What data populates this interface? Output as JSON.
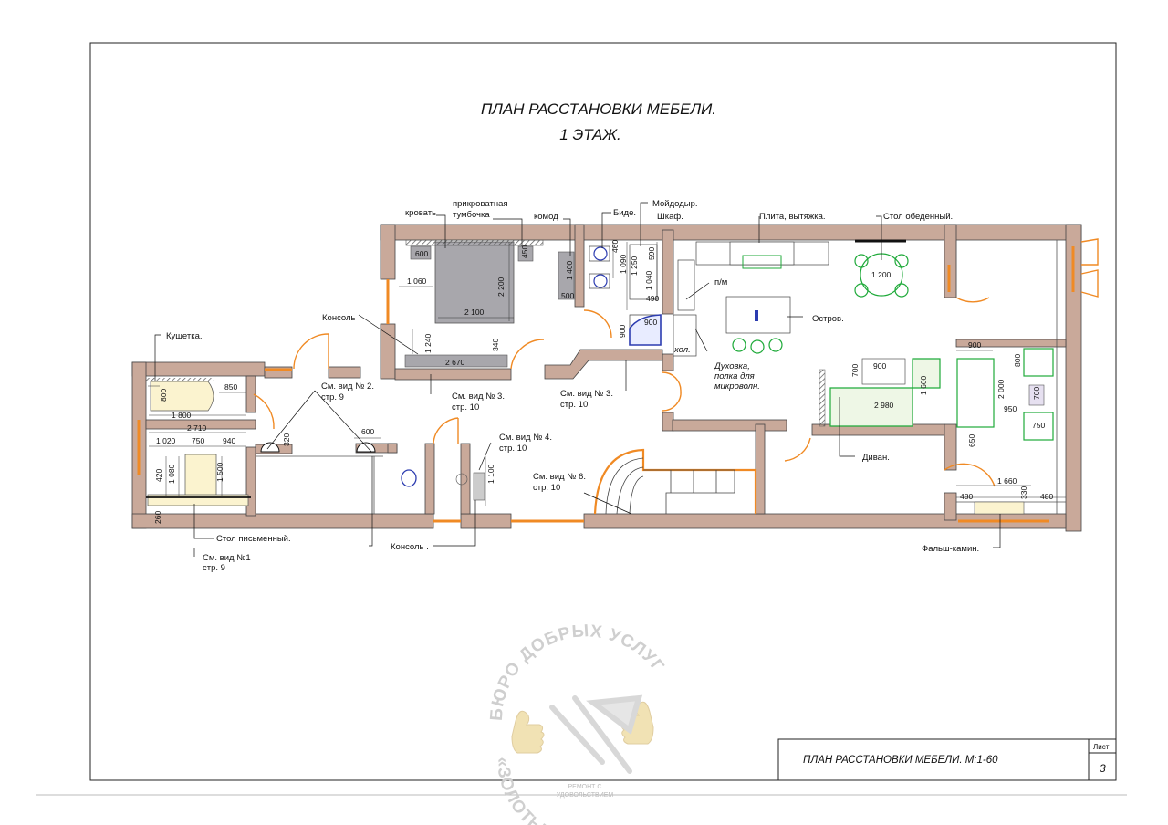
{
  "plan": {
    "title_line1": "ПЛАН РАССТАНОВКИ МЕБЕЛИ.",
    "title_line2": "1 ЭТАЖ."
  },
  "labels": {
    "bed": "кровать",
    "nightstand_1": "прикроватная",
    "nightstand_2": "тумбочка",
    "dresser": "комод",
    "bidet": "Биде.",
    "washbasin": "Мойдодыр.",
    "cabinet": "Шкаф.",
    "stove": "Плита, вытяжка.",
    "dining_table": "Стол обеденный.",
    "microwave": "п/м",
    "island": "Остров.",
    "fridge": "хол.",
    "oven_1": "Духовка,",
    "oven_2": "полка для",
    "oven_3": "микроволн.",
    "console_top": "Консоль",
    "console_bottom": "Консоль .",
    "couch": "Кушетка.",
    "sofa": "Диван.",
    "fake_fireplace": "Фальш-камин.",
    "desk": "Стол письменный.",
    "view1_a": "См. вид №1",
    "view1_b": "стр. 9",
    "view2_a": "См. вид № 2.",
    "view2_b": "стр. 9",
    "view3a_a": "См. вид № 3.",
    "view3a_b": "стр. 10",
    "view3b_a": "См. вид № 3.",
    "view3b_b": "стр. 10",
    "view4_a": "См. вид № 4.",
    "view4_b": "стр. 10",
    "view6_a": "См. вид № 6.",
    "view6_b": "стр. 10"
  },
  "dims": {
    "d600_bed": "600",
    "d450": "450",
    "d1060": "1 060",
    "d2200": "2 200",
    "d2100": "2 100",
    "d1400": "1 400",
    "d500": "500",
    "d460": "460",
    "d1090": "1 090",
    "d1250": "1 250",
    "d590": "590",
    "d1040": "1 040",
    "d490": "490",
    "d900_shower": "900",
    "d900_shower2": "900",
    "d1200": "1 200",
    "d1240": "1 240",
    "d340": "340",
    "d2670": "2 670",
    "d800_couch": "800",
    "d850": "850",
    "d1800": "1 800",
    "d2710": "2 710",
    "d1020": "1 020",
    "d750": "750",
    "d940": "940",
    "d420": "420",
    "d1080": "1 080",
    "d1500": "1 500",
    "d260": "260",
    "d320": "320",
    "d600_console": "600",
    "d1100": "1 100",
    "d700_table": "700",
    "d900_table": "900",
    "d2980": "2 980",
    "d1600": "1 600",
    "d900_chair": "900",
    "d800_chair": "800",
    "d2000": "2 000",
    "d700_pouf": "700",
    "d950": "950",
    "d750_chair": "750",
    "d650": "650",
    "d1660": "1 660",
    "d480a": "480",
    "d330": "330",
    "d480b": "480"
  },
  "title_block": {
    "sheet_label": "Лист",
    "title": "ПЛАН РАССТАНОВКИ МЕБЕЛИ.  М:1-60",
    "sheet_number": "3"
  },
  "stamp": {
    "top": "БЮРО ДОБРЫХ УСЛУГ",
    "bottom": "«ЗОЛОТЫЕ РУКИ»",
    "tagline_1": "РЕМОНТ С",
    "tagline_2": "УДОВОЛЬСТВИЕМ"
  },
  "colors": {
    "wall": "#c9a99a",
    "door": "#f08a24",
    "bed": "#a8a7ac",
    "sofa": "#1faa3a",
    "shower": "#2c3cb0"
  }
}
